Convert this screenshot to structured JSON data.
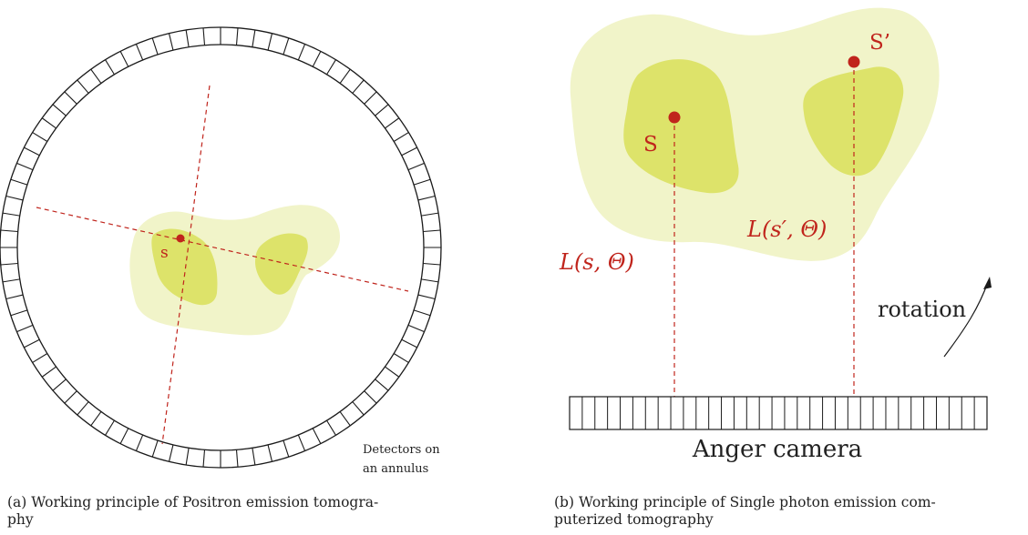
{
  "figure_a": {
    "source_label": "s",
    "detector_note_line1": "Detectors on",
    "detector_note_line2": "an annulus",
    "caption_line1": "(a) Working principle of Positron emission tomogra-",
    "caption_line2": "phy"
  },
  "figure_b": {
    "source1_label": "S",
    "source2_label": "S’",
    "line1_label": "L(s, Θ)",
    "line2_label": "L(s′, Θ)",
    "rotation_label": "rotation",
    "camera_label": "Anger camera",
    "caption_line1": "(b) Working principle of Single photon emission com-",
    "caption_line2": "puterized tomography"
  },
  "colors": {
    "region_light": "#f1f4c9",
    "region_dark": "#dde36a",
    "source_dot": "#c0241c",
    "projection_line": "#c0241c",
    "outline": "#1a1a1a"
  },
  "icons": [
    "source-dot",
    "rotation-arrow-icon"
  ]
}
